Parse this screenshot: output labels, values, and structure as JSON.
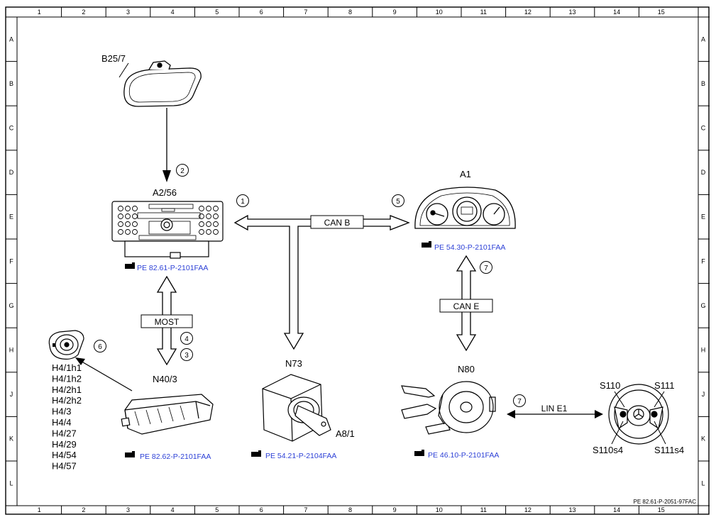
{
  "grid": {
    "columns": [
      "1",
      "2",
      "3",
      "4",
      "5",
      "6",
      "7",
      "8",
      "9",
      "10",
      "11",
      "12",
      "13",
      "14",
      "15"
    ],
    "rows": [
      "A",
      "B",
      "C",
      "D",
      "E",
      "F",
      "G",
      "H",
      "J",
      "K",
      "L"
    ]
  },
  "components": {
    "b25_7": "B25/7",
    "a2_56": "A2/56",
    "a1": "A1",
    "n40_3": "N40/3",
    "n73": "N73",
    "a8_1": "A8/1",
    "n80": "N80",
    "s110": "S110",
    "s111": "S111",
    "s110s4": "S110s4",
    "s111s4": "S111s4",
    "h4_list": [
      "H4/1h1",
      "H4/1h2",
      "H4/2h1",
      "H4/2h2",
      "H4/3",
      "H4/4",
      "H4/27",
      "H4/29",
      "H4/54",
      "H4/57"
    ]
  },
  "buses": {
    "can_b": "CAN B",
    "can_e": "CAN E",
    "most": "MOST",
    "lin_e1": "LIN E1"
  },
  "callouts": [
    "1",
    "2",
    "3",
    "4",
    "5",
    "6",
    "7",
    "7"
  ],
  "references": {
    "a2_56": "PE 82.61-P-2101FAA",
    "a1": "PE 54.30-P-2101FAA",
    "n40_3": "PE 82.62-P-2101FAA",
    "n73": "PE 54.21-P-2104FAA",
    "n80": "PE 46.10-P-2101FAA"
  },
  "footer_code": "PE 82.61-P-2051-97FAC"
}
